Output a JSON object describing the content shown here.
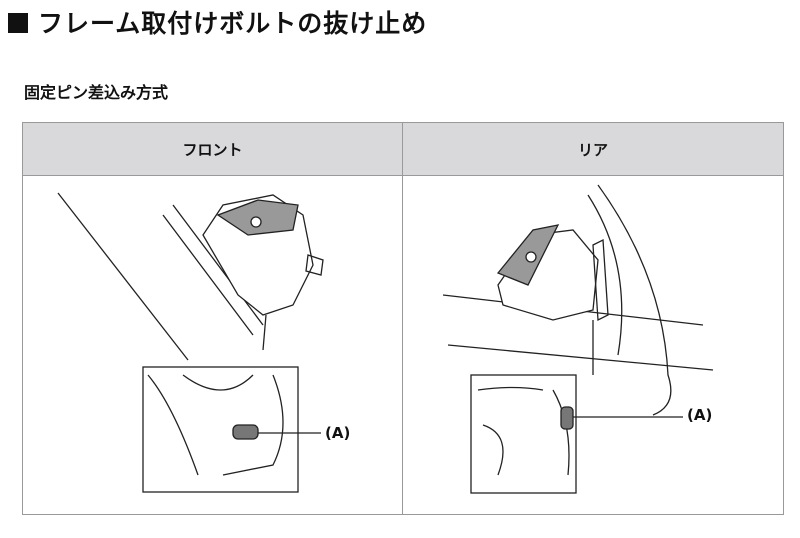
{
  "title": "フレーム取付けボルトの抜け止め",
  "subtitle": "固定ピン差込み方式",
  "table": {
    "headers": [
      "フロント",
      "リア"
    ],
    "front": {
      "callout": "(A)"
    },
    "rear": {
      "callout": "(A)"
    }
  }
}
